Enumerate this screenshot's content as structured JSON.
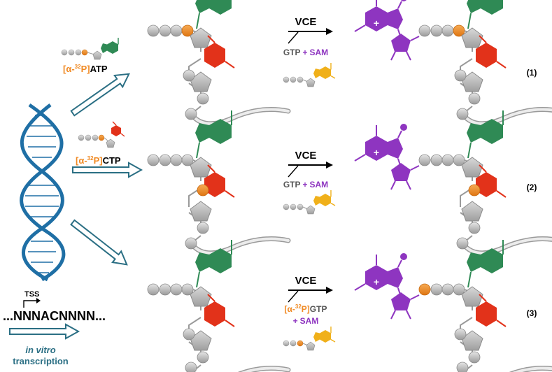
{
  "colors": {
    "purple": "#8e35c0",
    "green": "#2f8a55",
    "red": "#e2321a",
    "orange": "#f08a24",
    "gold": "#f0b01a",
    "gray": "#b5b5b5",
    "dark_gray": "#7d7d7d",
    "teal_arrow": "#2b6f84",
    "dna": "#1f6fa5"
  },
  "left_panel": {
    "tss_label": "TSS",
    "promoter_sequence": "...NNNACNNNN...",
    "legend_line1": "in vitro",
    "legend_line2": "transcription"
  },
  "substrates": [
    {
      "bracket_open": "[α-",
      "isotope_mass": "32",
      "isotope_element": "P]",
      "nucleotide": "ATP",
      "base_color": "green"
    },
    {
      "bracket_open": "[α-",
      "isotope_mass": "32",
      "isotope_element": "P]",
      "nucleotide": "CTP",
      "base_color": "red"
    }
  ],
  "reactions": [
    {
      "enzyme": "VCE",
      "cofactor_a": "GTP",
      "plus": "+",
      "cofactor_b": "SAM",
      "number": "(1)"
    },
    {
      "enzyme": "VCE",
      "cofactor_a": "GTP",
      "plus": "+",
      "cofactor_b": "SAM",
      "number": "(2)"
    },
    {
      "enzyme": "VCE",
      "cofactor_a_bracket": "[α-",
      "cofactor_a_mass": "32",
      "cofactor_a_element": "P]",
      "cofactor_a": "GTP",
      "plus": "+",
      "cofactor_b": "SAM",
      "number": "(3)"
    }
  ],
  "cap_symbol": "+"
}
